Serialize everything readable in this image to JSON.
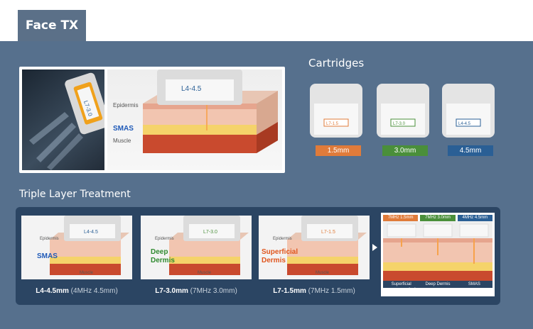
{
  "tab": {
    "title": "Face TX"
  },
  "hero": {
    "device_label": "L7-3.0",
    "probe_label": "L4-4.5",
    "epidermis": "Epidermis",
    "smas": "SMAS",
    "muscle": "Muscle"
  },
  "cartridges": {
    "title": "Cartridges",
    "items": [
      {
        "label": "L7-1.5",
        "depth": "1.5mm",
        "color": "#e07b3a"
      },
      {
        "label": "L7-3.0",
        "depth": "3.0mm",
        "color": "#4a8f3a"
      },
      {
        "label": "L4-4.5",
        "depth": "4.5mm",
        "color": "#2a5f95"
      }
    ]
  },
  "triple": {
    "title": "Triple Layer Treatment",
    "panels": [
      {
        "probe": "L4-4.5",
        "layer": "SMAS",
        "layer_color": "#1f5ab8",
        "cap_bold": "L4-4.5mm",
        "cap_rest": "(4MHz 4.5mm)",
        "epidermis": "Epidermis",
        "muscle": "Muscle"
      },
      {
        "probe": "L7-3.0",
        "layer": "Deep Dermis",
        "layer_color": "#2f8a2f",
        "cap_bold": "L7-3.0mm",
        "cap_rest": "(7MHz 3.0mm)",
        "epidermis": "Epidermis",
        "muscle": "Muscle"
      },
      {
        "probe": "L7-1.5",
        "layer": "Superficial Dermis",
        "layer_color": "#e0561e",
        "cap_bold": "L7-1.5mm",
        "cap_rest": "(7MHz 1.5mm)",
        "epidermis": "Epidermis",
        "muscle": "Muscle"
      }
    ],
    "combined": {
      "headers": [
        "7MHz 1.5mm",
        "7MHz 3.0mm",
        "4MHz 4.5mm"
      ],
      "header_colors": [
        "#e07b3a",
        "#4a8f3a",
        "#2a5f95"
      ],
      "footers": [
        "Superficial",
        "Deep Dermis",
        "SMAS"
      ],
      "caption": "Triple Layer Treatment"
    }
  }
}
